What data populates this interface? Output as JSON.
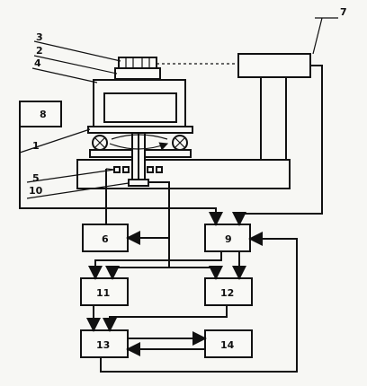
{
  "labels": {
    "n1": "1",
    "n2": "2",
    "n3": "3",
    "n4": "4",
    "n5": "5",
    "n6": "6",
    "n7": "7",
    "n8": "8",
    "n9": "9",
    "n10": "10",
    "n11": "11",
    "n12": "12",
    "n13": "13",
    "n14": "14"
  },
  "colors": {
    "ink": "#111111",
    "paper": "#f7f7f4"
  }
}
